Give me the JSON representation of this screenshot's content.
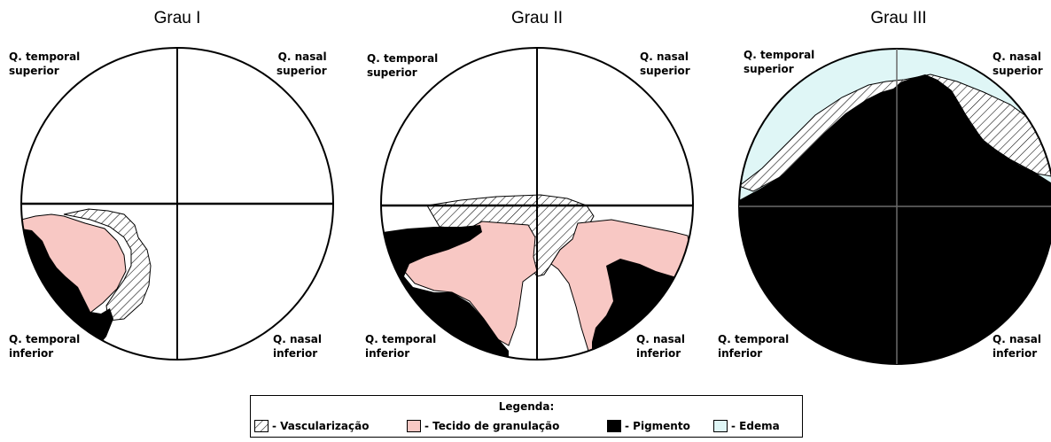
{
  "panels": [
    {
      "title": "Grau I",
      "labels": {
        "top_left": [
          "Q. temporal",
          "superior"
        ],
        "top_right": [
          "Q. nasal",
          "superior"
        ],
        "bottom_left": [
          "Q. temporal",
          "inferior"
        ],
        "bottom_right": [
          "Q. nasal",
          "inferior"
        ]
      }
    },
    {
      "title": "Grau II",
      "labels": {
        "top_left": [
          "Q. temporal",
          "superior"
        ],
        "top_right": [
          "Q. nasal",
          "superior"
        ],
        "bottom_left": [
          "Q. temporal",
          "inferior"
        ],
        "bottom_right": [
          "Q. nasal",
          "inferior"
        ]
      }
    },
    {
      "title": "Grau III",
      "labels": {
        "top_left": [
          "Q. temporal",
          "superior"
        ],
        "top_right": [
          "Q. nasal",
          "superior"
        ],
        "bottom_left": [
          "Q. temporal",
          "inferior"
        ],
        "bottom_right": [
          "Q. nasal",
          "inferior"
        ]
      }
    }
  ],
  "legend": {
    "title": "Legenda:",
    "items": [
      {
        "label": "- Vascularização",
        "pattern": "hatch"
      },
      {
        "label": "- Tecido de granulação",
        "color": "#f8c8c4"
      },
      {
        "label": "- Pigmento",
        "color": "#000000"
      },
      {
        "label": "- Edema",
        "color": "#dff6f6"
      }
    ]
  }
}
